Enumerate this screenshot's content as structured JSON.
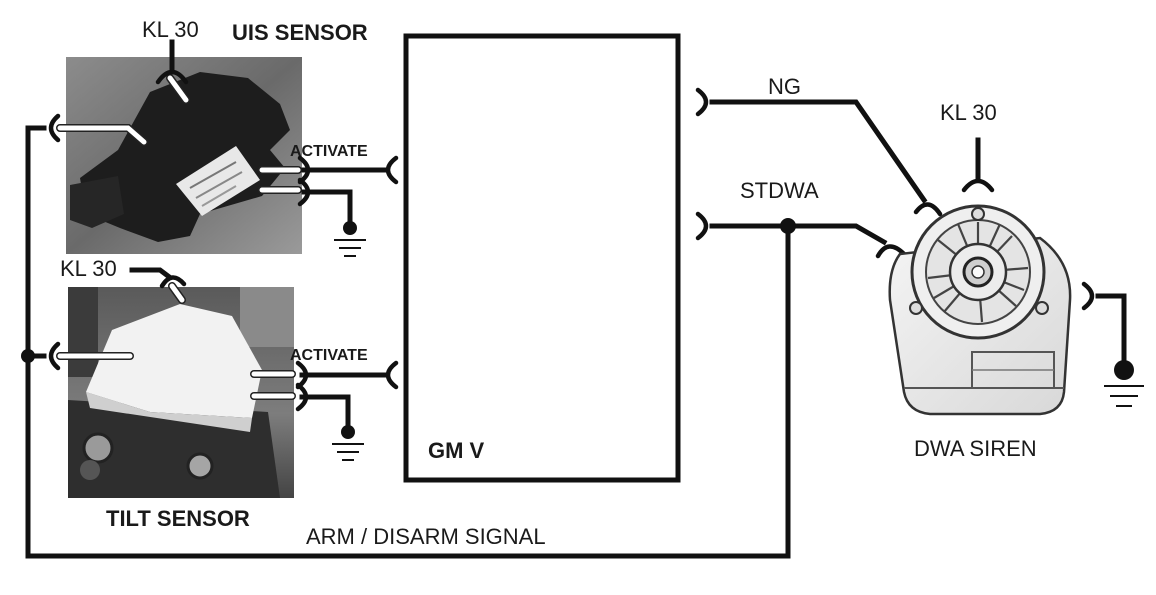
{
  "labels": {
    "uis_kl30": "KL 30",
    "uis_title": "UIS SENSOR",
    "uis_activate": "ACTIVATE",
    "tilt_kl30": "KL 30",
    "tilt_activate": "ACTIVATE",
    "tilt_title": "TILT SENSOR",
    "module_name": "GM V",
    "ng": "NG",
    "stdwa": "STDWA",
    "siren_kl30": "KL 30",
    "siren_name": "DWA SIREN",
    "arm_signal": "ARM / DISARM SIGNAL"
  },
  "colors": {
    "wire": "#111111",
    "background": "#ffffff",
    "photo_dark": "#3a3a3a",
    "photo_mid": "#7a7a7a"
  }
}
